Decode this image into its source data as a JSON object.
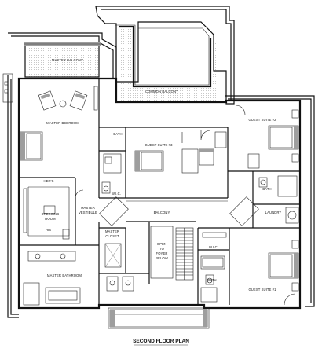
{
  "title": "SECOND FLOOR PLAN",
  "rooms": {
    "master_balcony": "MASTER BALCONY",
    "common_balcony": "COMMON BALCONY",
    "master_bedroom": "MASTER BEDROOM",
    "bath_a": "BATH",
    "guest_suite_3": "GUEST SUITE #3",
    "guest_suite_2": "GUEST SUITE #2",
    "hers": "HER'S",
    "dressing_room_1": "DRESSING",
    "dressing_room_2": "ROOM",
    "his": "HIS'",
    "master_vestibule_1": "MASTER",
    "master_vestibule_2": "VESTIBULE",
    "wic_a": "W.I.C.",
    "balcony": "BALCONY",
    "bath_b": "BATH",
    "laundry": "LAUNDRY",
    "master_closet_1": "MASTER",
    "master_closet_2": "CLOSET",
    "open_1": "OPEN",
    "open_2": "TO",
    "open_3": "FOYER",
    "open_4": "BELOW",
    "wic_b": "W.I.C.",
    "master_bathroom": "MASTER BATHROOM",
    "bath_c": "BATH",
    "guest_suite_1": "GUEST SUITE #1"
  }
}
